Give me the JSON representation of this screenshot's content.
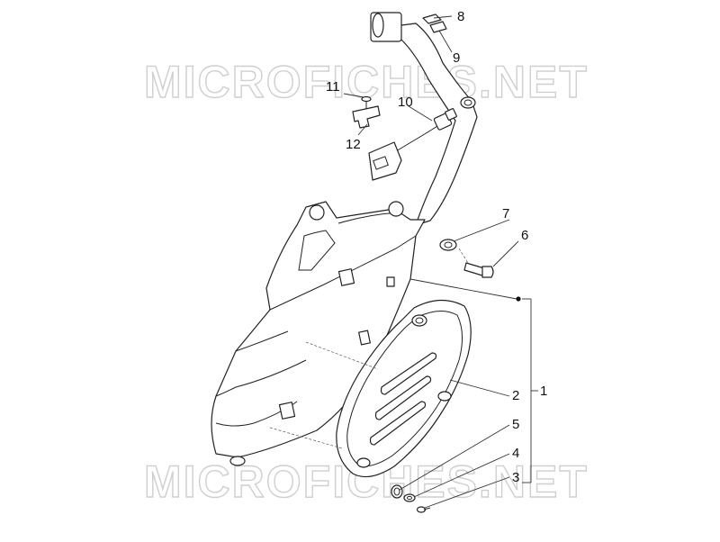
{
  "watermark": "MICROFICHES.NET",
  "callouts": {
    "c1": "1",
    "c2": "2",
    "c3": "3",
    "c4": "4",
    "c5": "5",
    "c6": "6",
    "c7": "7",
    "c8": "8",
    "c9": "9",
    "c10": "10",
    "c11": "11",
    "c12": "12"
  }
}
